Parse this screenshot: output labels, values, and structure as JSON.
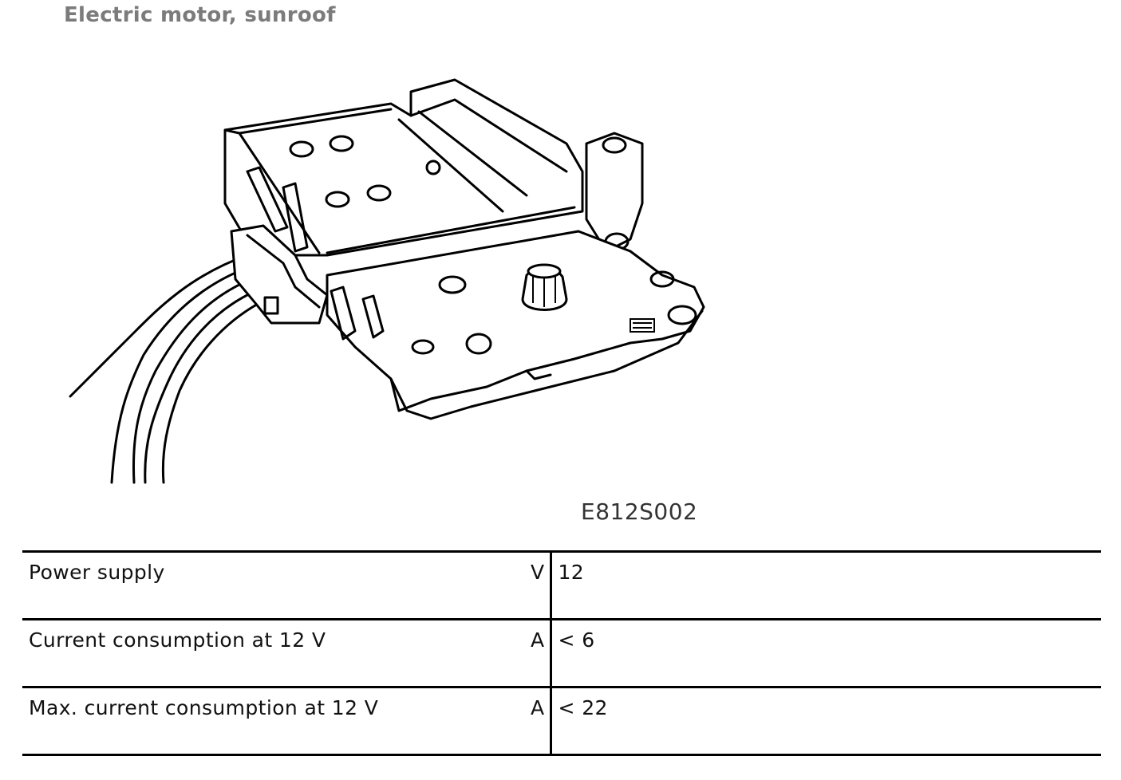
{
  "title": "Electric motor, sunroof",
  "figure": {
    "code": "E812S002",
    "icon": "sunroof-motor-line-drawing"
  },
  "specs": [
    {
      "label": "Power supply",
      "unit": "V",
      "value": "12"
    },
    {
      "label": "Current consumption at 12 V",
      "unit": "A",
      "value": "< 6"
    },
    {
      "label": "Max. current consumption at 12 V",
      "unit": "A",
      "value": "< 22"
    }
  ]
}
